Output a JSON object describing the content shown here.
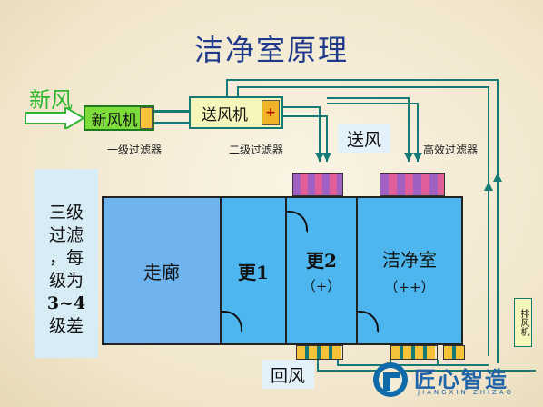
{
  "title": "洁净室原理",
  "fresh_air_label": "新风",
  "fresh_air_unit": "新风机",
  "supply_fan": "送风机",
  "plus_sign": "+",
  "filters": {
    "primary": "一级过滤器",
    "secondary": "二级过滤器",
    "hepa": "高效过滤器"
  },
  "supply_air": "送风",
  "return_air": "回风",
  "exhaust_fan": "排风机",
  "note": {
    "line1": "三级",
    "line2": "过滤",
    "line3": "，每",
    "line4": "级为",
    "line5": "3~4",
    "line6": "级差"
  },
  "rooms": {
    "corridor": "走廊",
    "change1": "更1",
    "change2": "更2",
    "change2_pressure": "（+）",
    "cleanroom": "洁净室",
    "cleanroom_pressure": "（++）"
  },
  "logo": {
    "name": "匠心智造",
    "pinyin": "JIANGXIN ZHIZAO"
  },
  "colors": {
    "title": "#1f3a8a",
    "fresh_green": "#2fb52f",
    "unit_green": "#7ddc3a",
    "fan_yellow": "#f6f6ba",
    "corridor": "#6fb4ee",
    "room": "#4eb6ee",
    "pipe": "#157a76",
    "filter_purple": "#a061c3",
    "filter_pink": "#e05e9a"
  }
}
